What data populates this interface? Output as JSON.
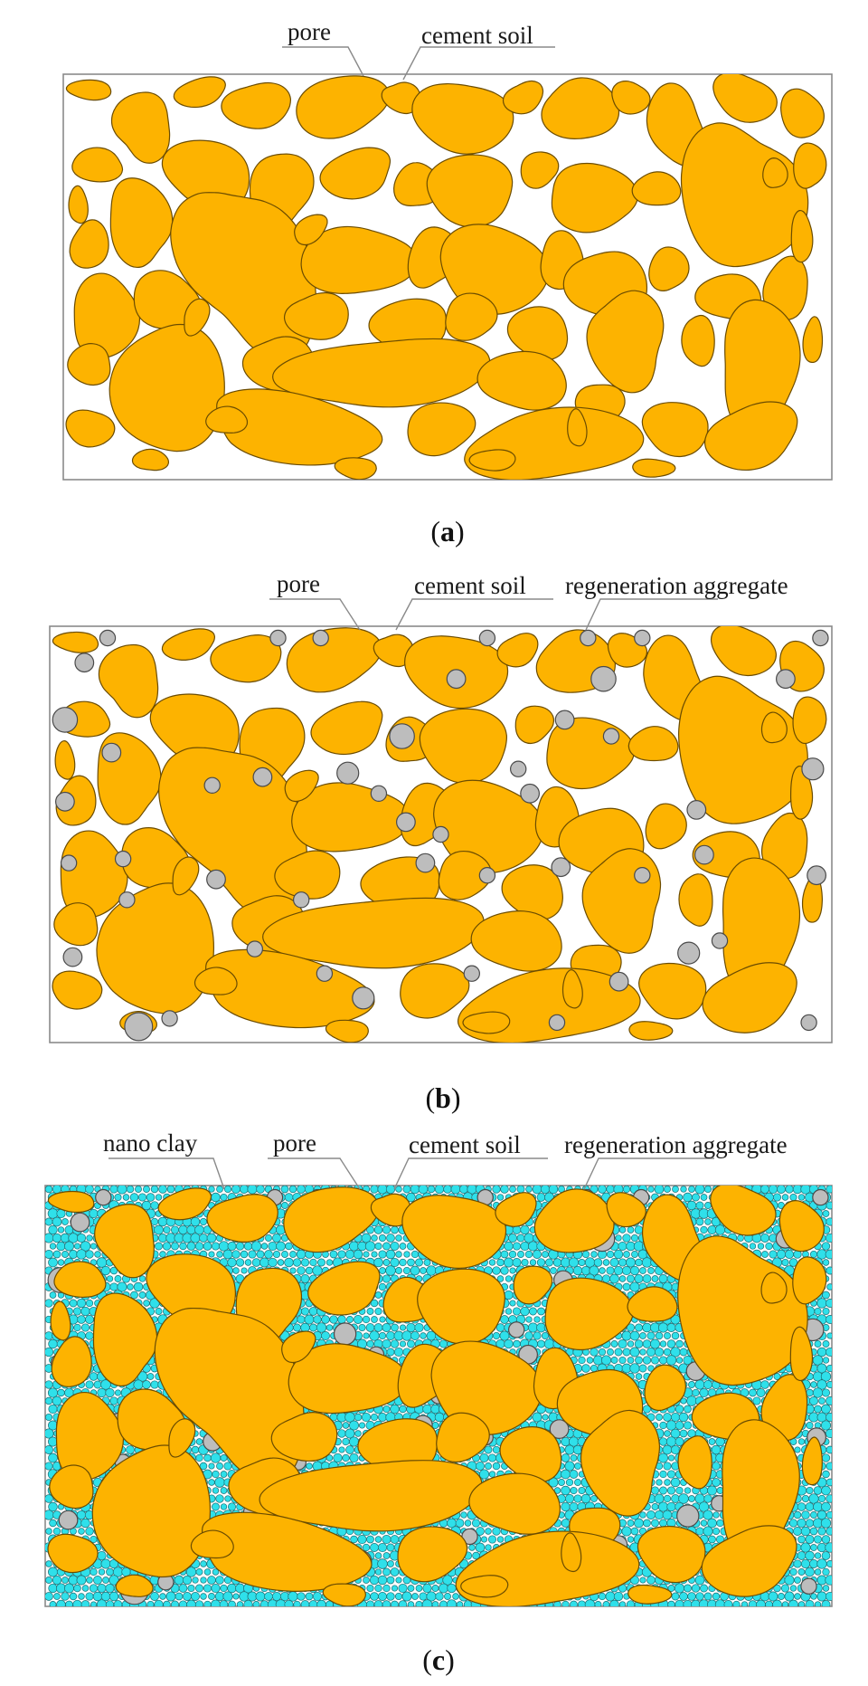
{
  "panels": [
    {
      "id": "a",
      "caption": "a",
      "labels": {
        "pore": "pore",
        "cement_soil": "cement soil"
      }
    },
    {
      "id": "b",
      "caption": "b",
      "labels": {
        "pore": "pore",
        "cement_soil": "cement soil",
        "regeneration_aggregate": "regeneration aggregate"
      }
    },
    {
      "id": "c",
      "caption": "c",
      "labels": {
        "nano_clay": "nano clay",
        "pore": "pore",
        "cement_soil": "cement soil",
        "regeneration_aggregate": "regeneration aggregate"
      }
    }
  ],
  "colors": {
    "cement_soil": "#fdb300",
    "regeneration_aggregate": "#bdbdbd",
    "nano_clay": "#2fe0ea",
    "pore": "#ffffff"
  }
}
